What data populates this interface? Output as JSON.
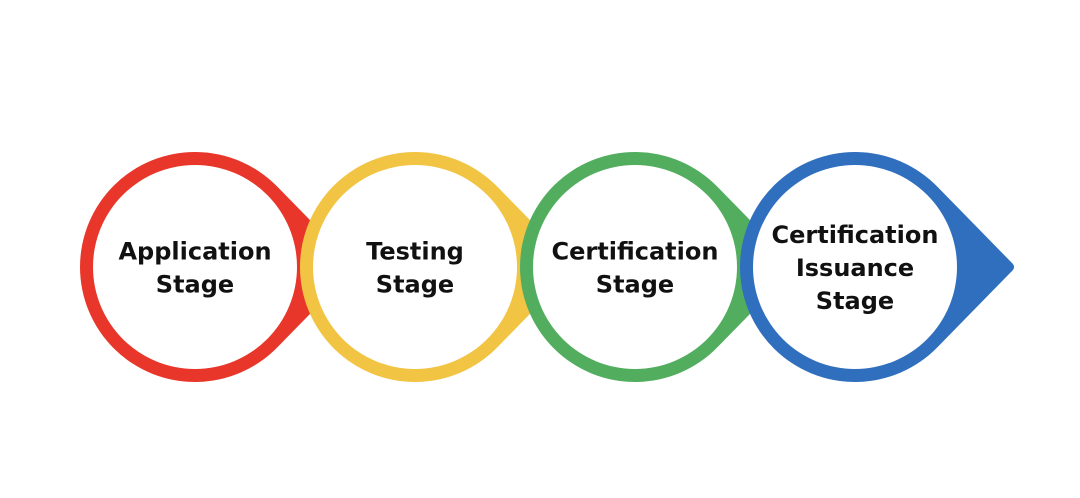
{
  "stages": [
    {
      "lines": [
        "Application",
        "Stage"
      ],
      "color": "#E8372A"
    },
    {
      "lines": [
        "Testing",
        "Stage"
      ],
      "color": "#F2C443"
    },
    {
      "lines": [
        "Certification",
        "Stage"
      ],
      "color": "#52AE5E"
    },
    {
      "lines": [
        "Certification",
        "Issuance",
        "Stage"
      ],
      "color": "#2F6FBE"
    }
  ]
}
